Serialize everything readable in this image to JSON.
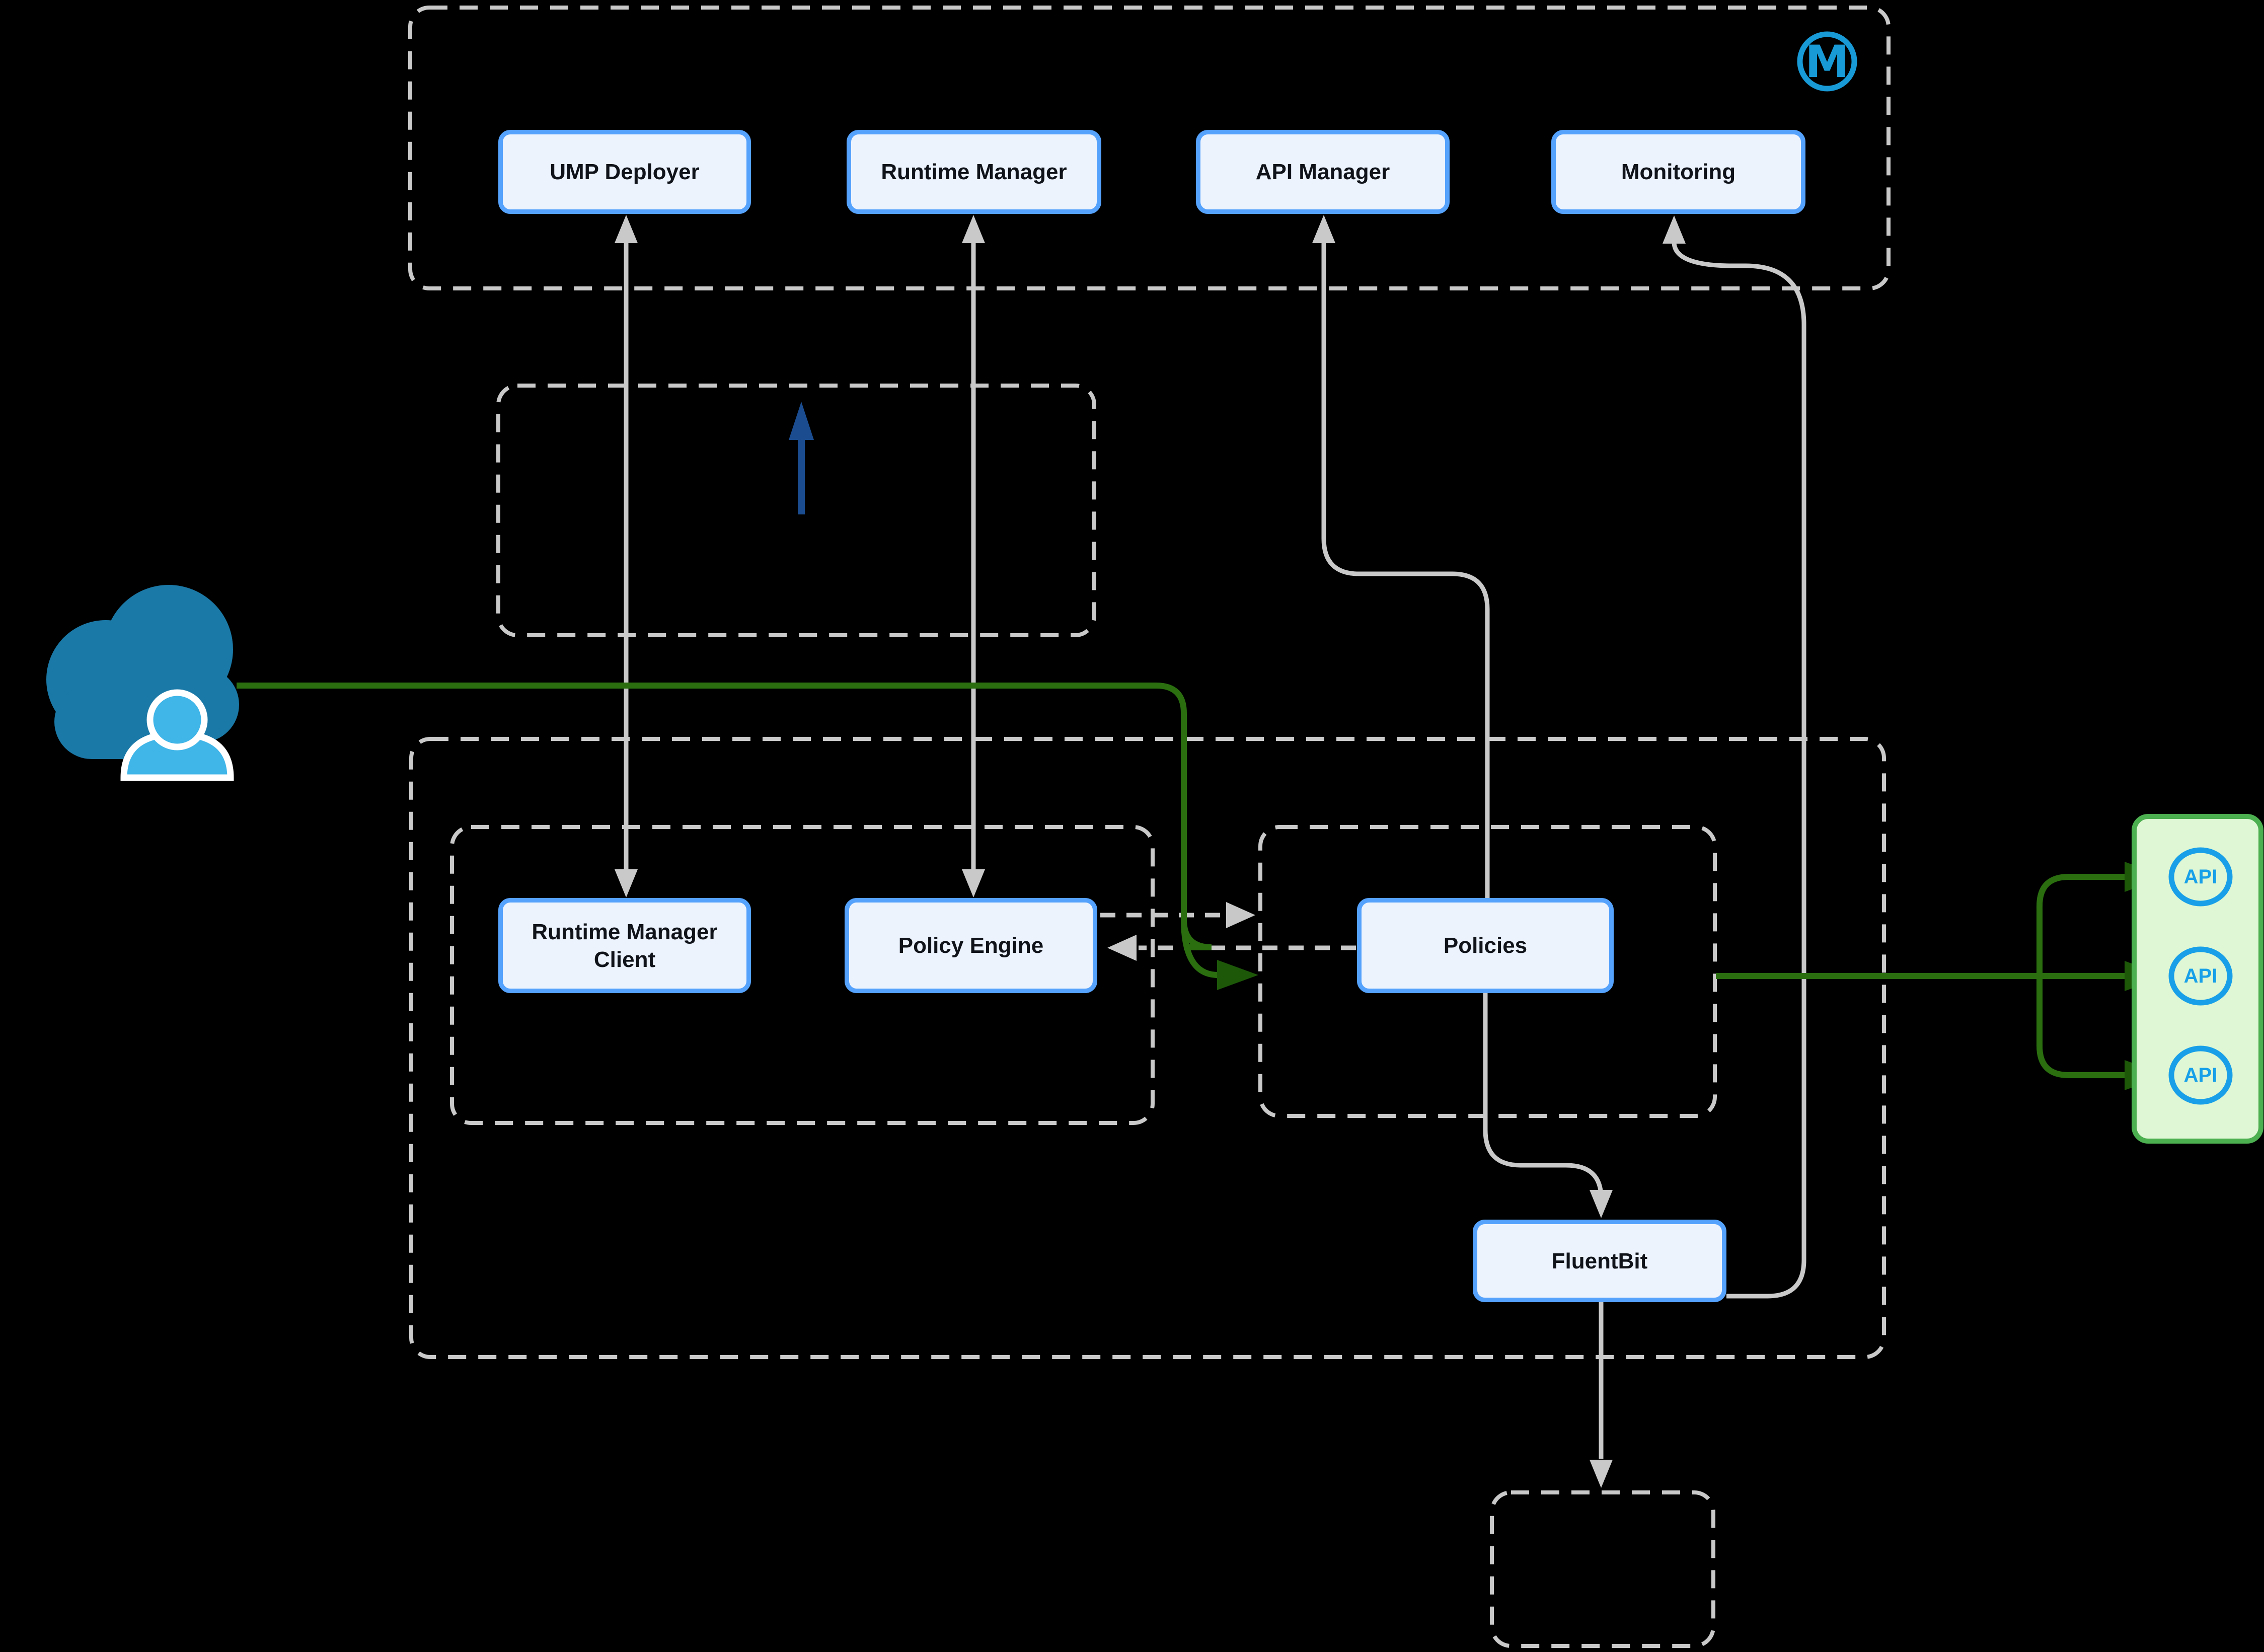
{
  "diagram": {
    "nodes": {
      "ump_deployer": {
        "label": "UMP Deployer"
      },
      "runtime_manager": {
        "label": "Runtime Manager"
      },
      "api_manager": {
        "label": "API Manager"
      },
      "monitoring": {
        "label": "Monitoring"
      },
      "runtime_manager_client": {
        "label": "Runtime Manager Client"
      },
      "policy_engine": {
        "label": "Policy Engine"
      },
      "policies": {
        "label": "Policies"
      },
      "fluentbit": {
        "label": "FluentBit"
      }
    },
    "api_endpoints": [
      {
        "label": "API"
      },
      {
        "label": "API"
      },
      {
        "label": "API"
      }
    ],
    "logo": {
      "letter": "M"
    },
    "colors": {
      "background": "#000000",
      "node_fill": "#EDF3FD",
      "node_border": "#55A2FC",
      "node_text": "#10141A",
      "container_dash_gray": "#C9C9C9",
      "connector_gray": "#C9C9C9",
      "connector_green": "#2A6E10",
      "green_arrowhead": "#1D5809",
      "api_box_fill": "#DFF7D4",
      "api_box_border": "#4CAF50",
      "api_ellipse_blue": "#189FE8",
      "blue_arrow": "#1A4C8F",
      "cloud_fill": "#1B79A7",
      "person_fill": "#3FB5E8",
      "logo_blue": "#189AD7"
    }
  }
}
